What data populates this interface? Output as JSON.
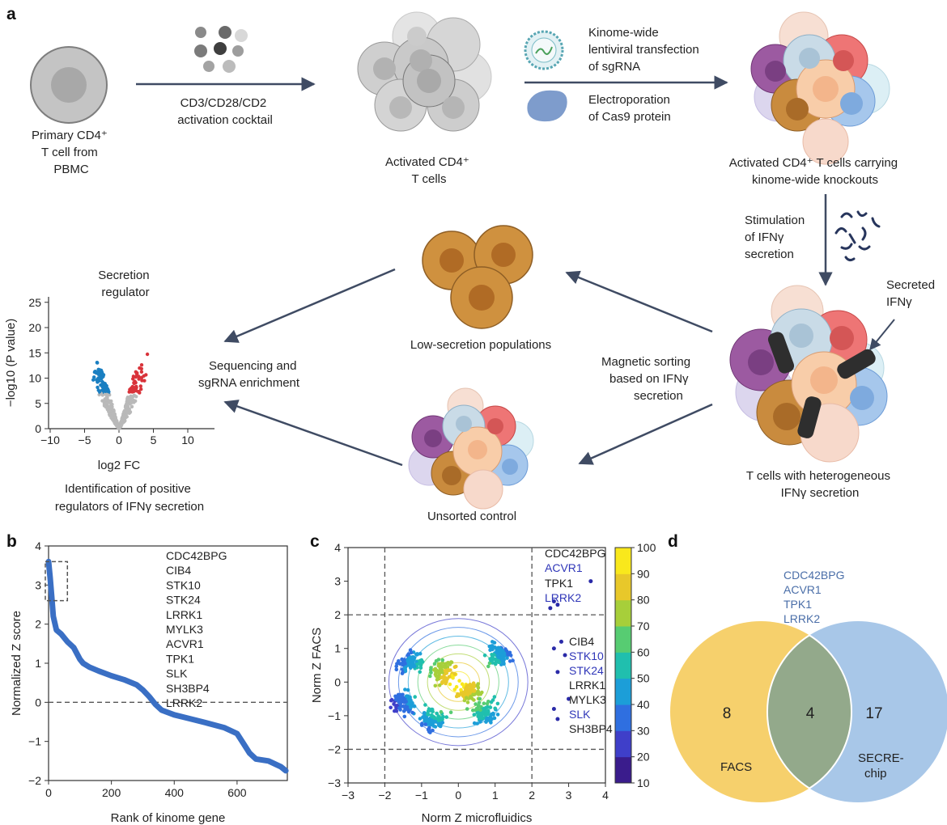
{
  "panels": {
    "a": "a",
    "b": "b",
    "c": "c",
    "d": "d"
  },
  "panel_a": {
    "primary_cell": [
      "Primary CD4⁺",
      "T cell from",
      "PBMC"
    ],
    "cocktail": [
      "CD3/CD28/CD2",
      "activation cocktail"
    ],
    "activated": [
      "Activated CD4⁺",
      "T cells"
    ],
    "lentiviral": [
      "Kinome-wide",
      "lentiviral transfection",
      "of sgRNA"
    ],
    "electroporation": [
      "Electroporation",
      "of Cas9 protein"
    ],
    "knockouts": [
      "Activated CD4⁺ T cells carrying",
      "kinome-wide knockouts"
    ],
    "stimulation": [
      "Stimulation",
      "of IFNγ",
      "secretion"
    ],
    "secreted": [
      "Secreted",
      "IFNγ"
    ],
    "heterogeneous": [
      "T cells with heterogeneous",
      "IFNγ secretion"
    ],
    "magnetic": [
      "Magnetic sorting",
      "based on IFNγ",
      "secretion"
    ],
    "low_secretion": "Low-secretion populations",
    "unsorted": "Unsorted control",
    "sequencing": [
      "Sequencing and",
      "sgRNA enrichment"
    ],
    "identification": [
      "Identification of positive",
      "regulators of IFNγ secretion"
    ],
    "secretion_regulator": [
      "Secretion",
      "regulator"
    ],
    "volcano": {
      "xlabel": "log2 FC",
      "ylabel": "−log10 (P value)",
      "xticks": [
        "−10",
        "−5",
        "0",
        "5",
        "10"
      ],
      "yticks": [
        "0",
        "5",
        "10",
        "15",
        "20",
        "25"
      ],
      "colors": {
        "down": "#1a7fc1",
        "up": "#d9333a",
        "ns": "#b9b9b9"
      }
    }
  },
  "chart_data": [
    {
      "type": "line",
      "panel": "b",
      "xlabel": "Rank of kinome gene",
      "ylabel": "Normalized Z score",
      "xlim": [
        0,
        760
      ],
      "ylim": [
        -2,
        4
      ],
      "xticks": [
        "0",
        "200",
        "400",
        "600"
      ],
      "yticks": [
        "−2",
        "−1",
        "0",
        "1",
        "2",
        "3",
        "4"
      ],
      "x": [
        0,
        5,
        10,
        15,
        25,
        40,
        60,
        80,
        100,
        110,
        130,
        160,
        200,
        240,
        280,
        300,
        320,
        340,
        360,
        400,
        450,
        500,
        560,
        600,
        620,
        640,
        660,
        700,
        740,
        755
      ],
      "y": [
        3.6,
        3.2,
        2.7,
        2.2,
        1.85,
        1.75,
        1.55,
        1.4,
        1.1,
        1.0,
        0.9,
        0.8,
        0.68,
        0.58,
        0.45,
        0.32,
        0.15,
        -0.05,
        -0.2,
        -0.32,
        -0.42,
        -0.52,
        -0.65,
        -0.8,
        -1.05,
        -1.3,
        -1.45,
        -1.5,
        -1.65,
        -1.75
      ],
      "hline": 0,
      "genes": [
        "CDC42BPG",
        "CIB4",
        "STK10",
        "STK24",
        "LRRK1",
        "MYLK3",
        "ACVR1",
        "TPK1",
        "SLK",
        "SH3BP4",
        "LRRK2"
      ],
      "color": "#3a6fc4"
    },
    {
      "type": "scatter",
      "panel": "c",
      "xlabel": "Norm Z microfluidics",
      "ylabel": "Norm Z FACS",
      "xlim": [
        -3,
        4
      ],
      "ylim": [
        -3,
        4
      ],
      "xticks": [
        "−3",
        "−2",
        "−1",
        "0",
        "1",
        "2",
        "3",
        "4"
      ],
      "yticks": [
        "−3",
        "−2",
        "−1",
        "0",
        "1",
        "2",
        "3",
        "4"
      ],
      "vlines": [
        -2,
        2
      ],
      "hlines": [
        -2,
        2
      ],
      "colorbar": {
        "min": 10,
        "max": 100,
        "ticks": [
          "10",
          "20",
          "30",
          "40",
          "50",
          "60",
          "70",
          "80",
          "90",
          "100"
        ]
      },
      "highlighted": [
        {
          "name": "CDC42BPG",
          "x": 3.6,
          "y": 3.0,
          "color": "#222222"
        },
        {
          "name": "ACVR1",
          "x": 2.6,
          "y": 2.4,
          "color": "#2f36b8"
        },
        {
          "name": "TPK1",
          "x": 2.7,
          "y": 2.3,
          "color": "#222222"
        },
        {
          "name": "LRRK2",
          "x": 2.5,
          "y": 2.2,
          "color": "#2f36b8"
        },
        {
          "name": "CIB4",
          "x": 2.8,
          "y": 1.2,
          "color": "#222222"
        },
        {
          "name": "STK10",
          "x": 2.6,
          "y": 1.0,
          "color": "#2f36b8"
        },
        {
          "name": "STK24",
          "x": 2.9,
          "y": 0.8,
          "color": "#2f36b8"
        },
        {
          "name": "LRRK1",
          "x": 2.7,
          "y": 0.3,
          "color": "#222222"
        },
        {
          "name": "MYLK3",
          "x": 3.0,
          "y": -0.5,
          "color": "#222222"
        },
        {
          "name": "SLK",
          "x": 2.6,
          "y": -0.8,
          "color": "#2f36b8"
        },
        {
          "name": "SH3BP4",
          "x": 2.7,
          "y": -1.1,
          "color": "#222222"
        }
      ]
    }
  ],
  "panel_d": {
    "genes": [
      "CDC42BPG",
      "ACVR1",
      "TPK1",
      "LRRK2"
    ],
    "facs_count": "8",
    "overlap_count": "4",
    "secre_count": "17",
    "facs_label": "FACS",
    "secre_label": [
      "SECRE-",
      "chip"
    ],
    "colors": {
      "facs": "#f6d06c",
      "secre": "#a8c7e8",
      "overlap": "#93a98b",
      "genes": "#4a6ea8"
    }
  }
}
